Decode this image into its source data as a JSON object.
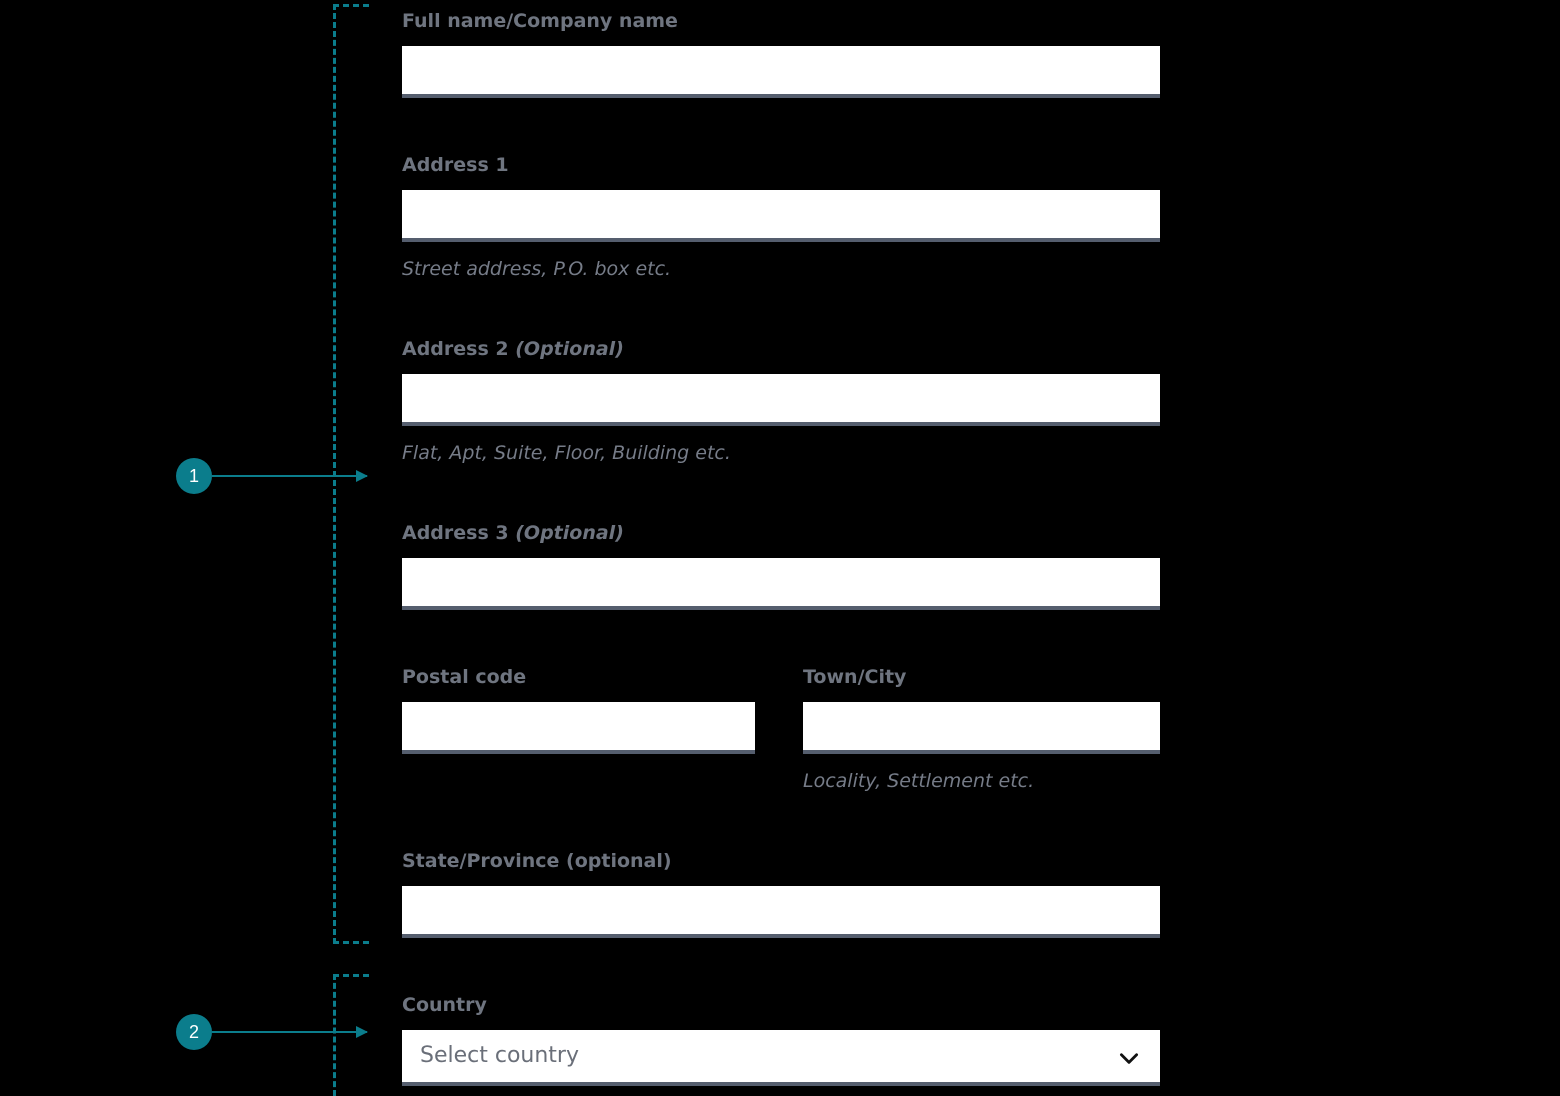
{
  "theme": {
    "background": "#000000",
    "accent": "#0b7d8c",
    "label_color": "#6f7580",
    "hint_color": "#767c88",
    "input_background": "#ffffff",
    "input_underline": "#555e6e"
  },
  "callouts": [
    {
      "number": "1",
      "points_to": "address-group"
    },
    {
      "number": "2",
      "points_to": "country-group"
    }
  ],
  "form": {
    "fields": [
      {
        "key": "full_name",
        "label": "Full name/Company name",
        "optional_suffix": "",
        "optional_style": "",
        "value": "",
        "hint": ""
      },
      {
        "key": "address_1",
        "label": "Address 1",
        "optional_suffix": "",
        "optional_style": "",
        "value": "",
        "hint": "Street address, P.O. box etc."
      },
      {
        "key": "address_2",
        "label": "Address 2",
        "optional_suffix": "(Optional)",
        "optional_style": "italic",
        "value": "",
        "hint": "Flat, Apt, Suite, Floor, Building etc."
      },
      {
        "key": "address_3",
        "label": "Address 3",
        "optional_suffix": "(Optional)",
        "optional_style": "italic",
        "value": "",
        "hint": ""
      },
      {
        "key": "postal_code",
        "label": "Postal code",
        "optional_suffix": "",
        "optional_style": "",
        "value": "",
        "hint": ""
      },
      {
        "key": "town_city",
        "label": "Town/City",
        "optional_suffix": "",
        "optional_style": "",
        "value": "",
        "hint": "Locality, Settlement etc."
      },
      {
        "key": "state_province",
        "label": "State/Province (optional)",
        "optional_suffix": "",
        "optional_style": "",
        "value": "",
        "hint": ""
      },
      {
        "key": "country",
        "label": "Country",
        "optional_suffix": "",
        "optional_style": "",
        "value": "",
        "placeholder": "Select country",
        "hint": ""
      }
    ]
  }
}
